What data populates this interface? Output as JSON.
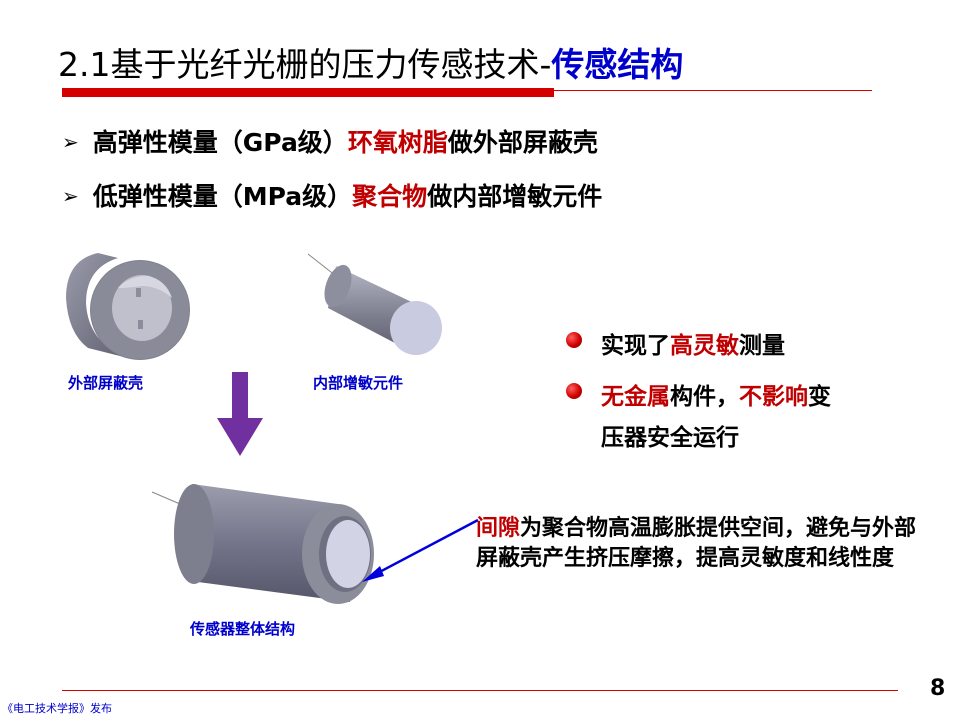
{
  "slide": {
    "title_main": "2.1基于光纤光栅的压力传感技术-",
    "title_highlight": "传感结构",
    "page_number": "8",
    "footer": "《电工技术学报》发布"
  },
  "bullets": [
    {
      "pre": "高弹性模量（GPa级）",
      "red": "环氧树脂",
      "post": "做外部屏蔽壳"
    },
    {
      "pre": "低弹性模量（MPa级）",
      "red": "聚合物",
      "post": "做内部增敏元件"
    }
  ],
  "captions": {
    "outer_shell": "外部屏蔽壳",
    "inner_element": "内部增敏元件",
    "whole_structure": "传感器整体结构"
  },
  "features": [
    {
      "pre": "实现了",
      "red": "高灵敏",
      "post": "测量"
    },
    {
      "red1": "无金属",
      "mid": "构件，",
      "red2": "不影响",
      "post1": "变",
      "line2": "压器安全运行"
    }
  ],
  "annotation": {
    "red": "间隙",
    "text": "为聚合物高温膨胀提供空间，避免与外部屏蔽壳产生挤压摩擦，提高灵敏度和线性度"
  },
  "colors": {
    "accent_red": "#c00000",
    "accent_blue": "#0000cc",
    "arrow_purple": "#7030a0",
    "cylinder_gray": "#6e6f80"
  }
}
